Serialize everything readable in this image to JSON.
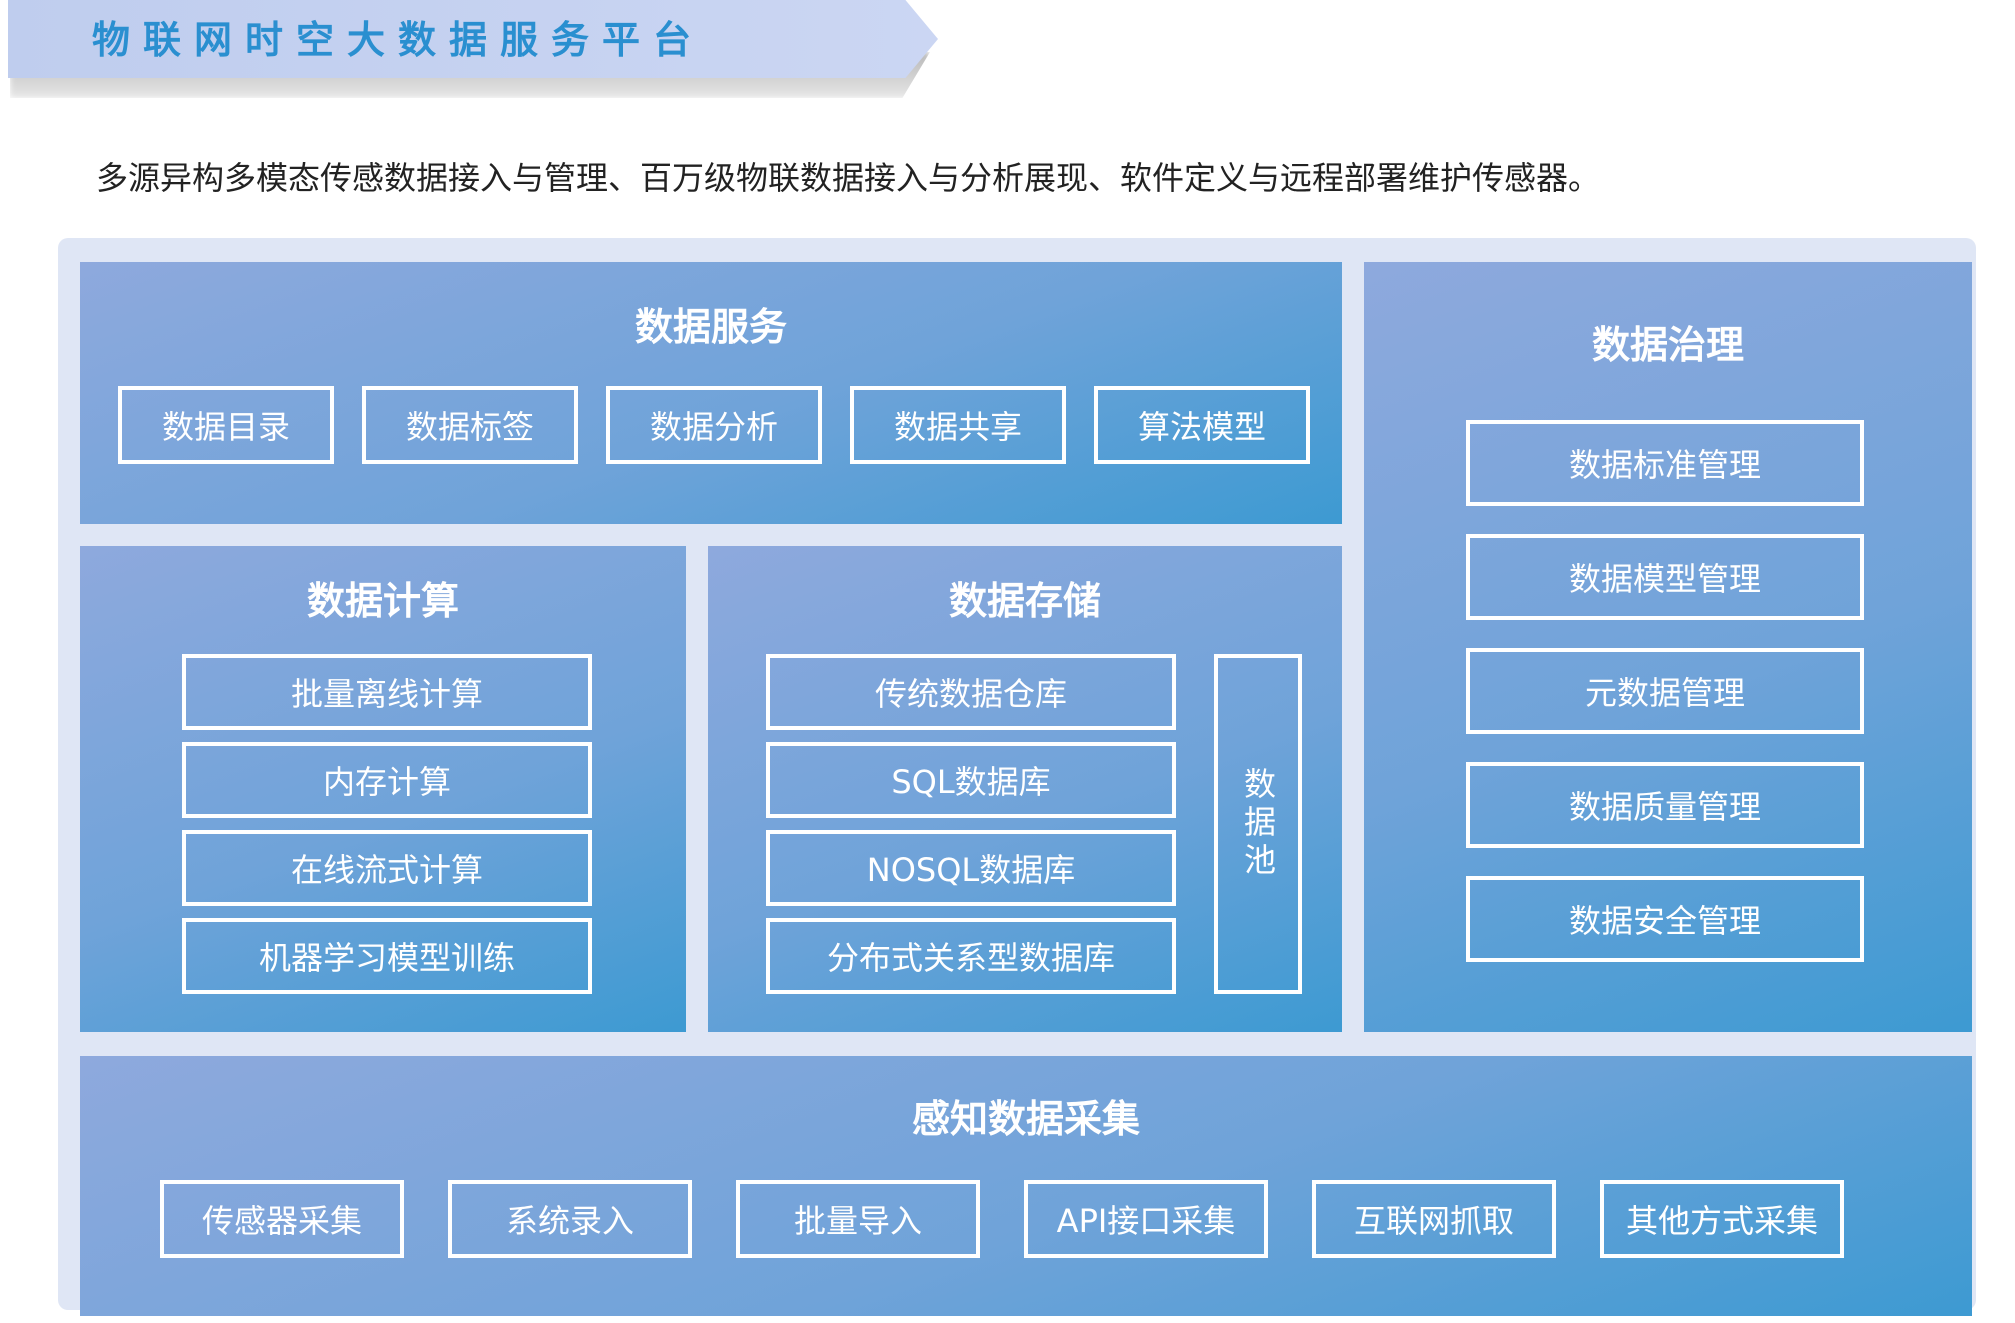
{
  "header": {
    "title": "物联网时空大数据服务平台",
    "description": "多源异构多模态传感数据接入与管理、百万级物联数据接入与分析展现、软件定义与远程部署维护传感器。"
  },
  "data_service": {
    "title": "数据服务",
    "items": [
      "数据目录",
      "数据标签",
      "数据分析",
      "数据共享",
      "算法模型"
    ]
  },
  "data_governance": {
    "title": "数据治理",
    "items": [
      "数据标准管理",
      "数据模型管理",
      "元数据管理",
      "数据质量管理",
      "数据安全管理"
    ]
  },
  "data_compute": {
    "title": "数据计算",
    "items": [
      "批量离线计算",
      "内存计算",
      "在线流式计算",
      "机器学习模型训练"
    ]
  },
  "data_storage": {
    "title": "数据存储",
    "items": [
      "传统数据仓库",
      "SQL数据库",
      "NOSQL数据库",
      "分布式关系型数据库"
    ],
    "pool": "数据池"
  },
  "data_collection": {
    "title": "感知数据采集",
    "items": [
      "传感器采集",
      "系统录入",
      "批量导入",
      "API接口采集",
      "互联网抓取",
      "其他方式采集"
    ]
  },
  "colors": {
    "banner_text": "#2a8fd0",
    "panel_start": "#8ea9dd",
    "panel_end": "#3d9ad2",
    "outer_bg": "#dfe6f5"
  }
}
